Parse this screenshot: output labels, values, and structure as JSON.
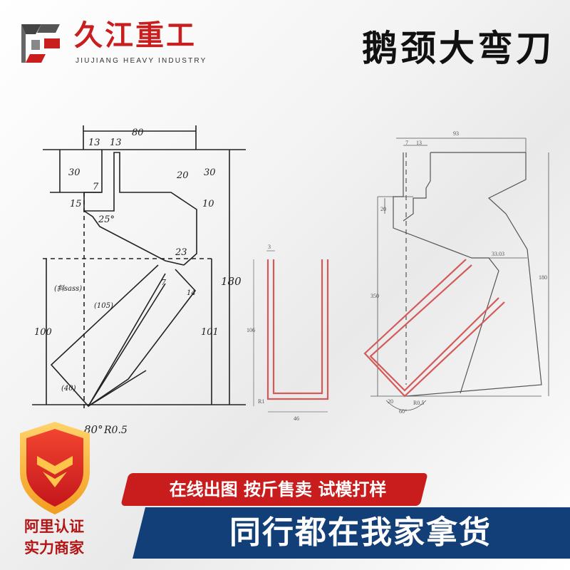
{
  "brand": {
    "name_cn": "久江重工",
    "name_en": "JIUJIANG HEAVY INDUSTRY",
    "logo_icon": "jj-logo-icon",
    "accent_color": "#c81e1e"
  },
  "product": {
    "title": "鹅颈大弯刀"
  },
  "sketch": {
    "dims": [
      "80",
      "13",
      "13",
      "30",
      "20",
      "30",
      "15",
      "7",
      "10",
      "25°",
      "23",
      "180",
      "100",
      "101",
      "80°",
      "R0.5",
      "(105)",
      "(40)",
      "7",
      "14"
    ],
    "note": "(斜sass)"
  },
  "cad_u_profile": {
    "dims": [
      "3",
      "106",
      "46",
      "R1"
    ]
  },
  "cad_tool": {
    "dims": [
      "93",
      "7",
      "13",
      "20",
      "33.03",
      "350",
      "180",
      "20",
      "60°",
      "R0.5"
    ]
  },
  "badge": {
    "icon": "shield-icon",
    "line1": "阿里认证",
    "line2": "实力商家",
    "color": "#b31515"
  },
  "banners": {
    "services": "在线出图 按斤售卖 试模打样",
    "slogan": "同行都在我家拿货",
    "red": "#c91c1c",
    "blue": "#123f78"
  }
}
